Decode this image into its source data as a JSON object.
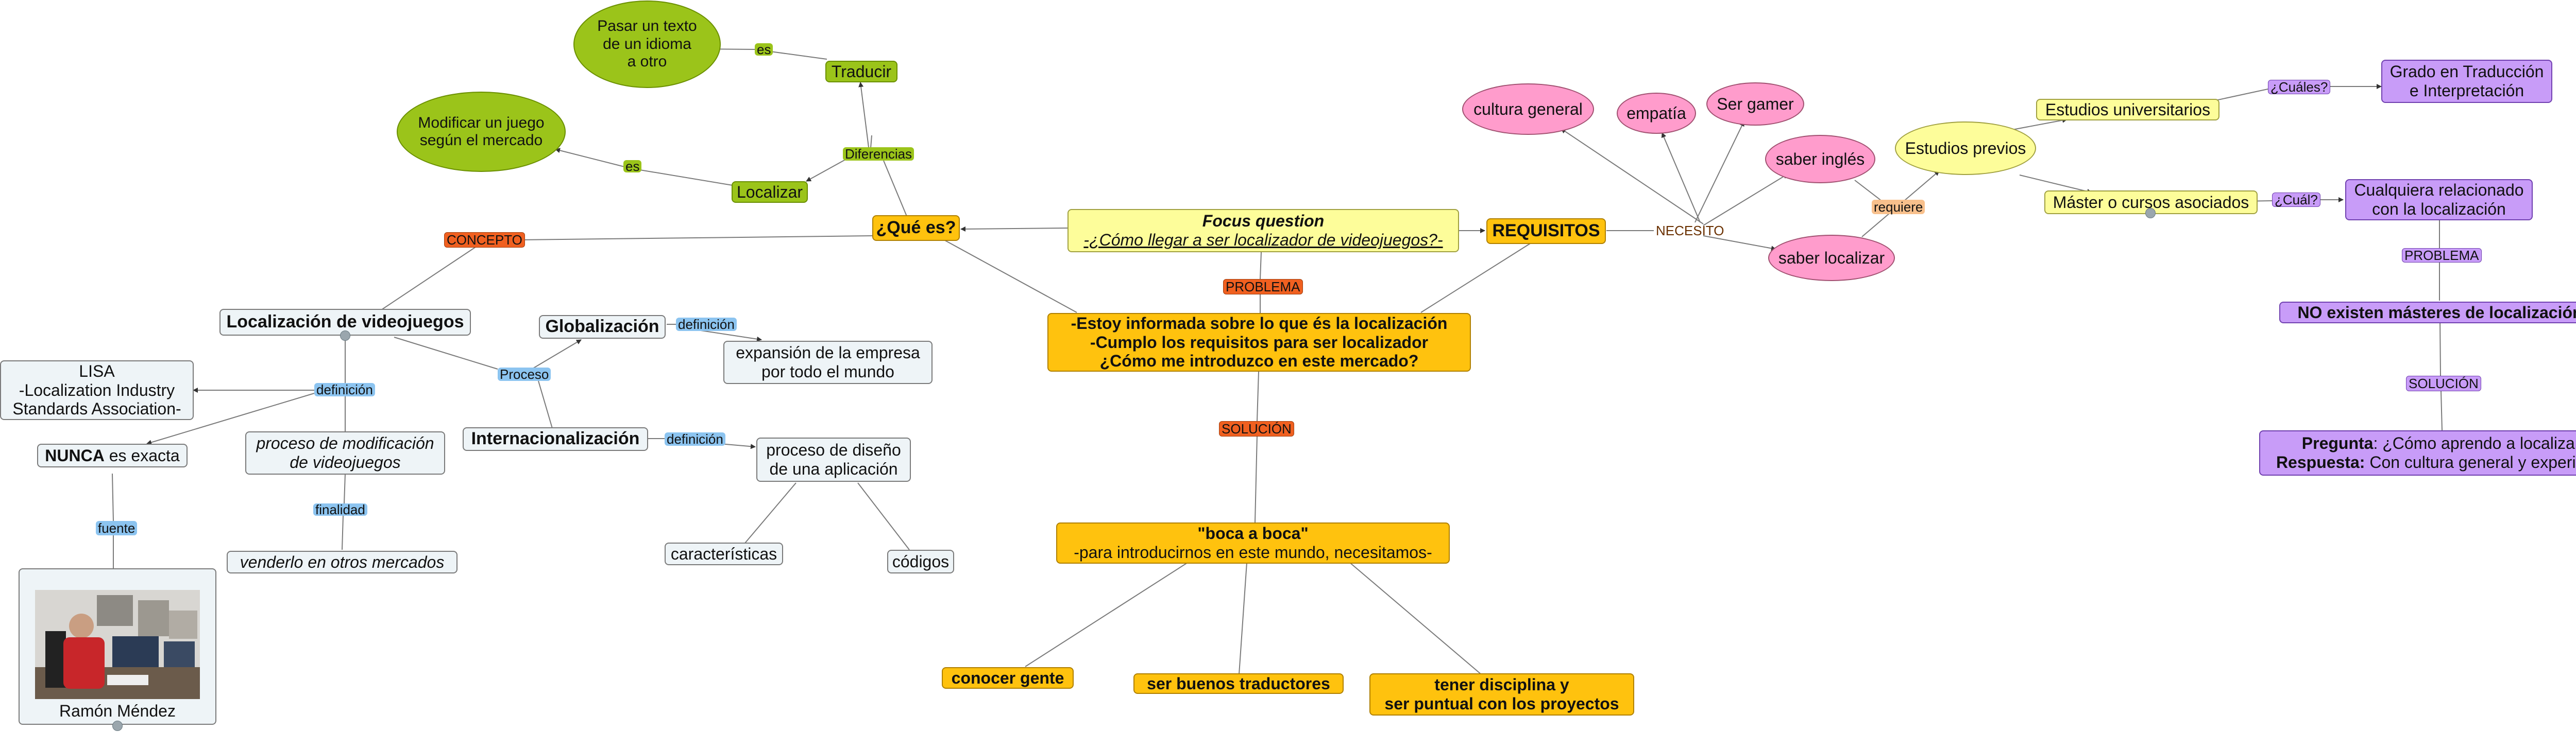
{
  "colors": {
    "green": "#9bc41a",
    "green_dark": "#6a8f00",
    "orange": "#ffc20e",
    "orange_dark": "#b08000",
    "yellow_light": "#fdfd9a",
    "pink": "#ff9ccc",
    "purple": "#c89cf8",
    "grey_box": "#eef4f7",
    "label_red": "#f06020",
    "label_blue": "#8cc4f0",
    "label_peach": "#f8c08c",
    "line": "#7a7a7a"
  },
  "nodes": {
    "pasar": "Pasar un texto\nde un idioma\na otro",
    "modificar": "Modificar un juego\nsegún el mercado",
    "traducir": "Traducir",
    "localizar": "Localizar",
    "que_es": "¿Qué es?",
    "focus_title": "Focus question",
    "focus_question": "-¿Cómo llegar a ser localizador de videojuegos?-",
    "requisitos": "REQUISITOS",
    "cultura": "cultura general",
    "empatia": "empatía",
    "gamer": "Ser gamer",
    "ingles": "saber inglés",
    "saber_localizar": "saber localizar",
    "estudios_previos": "Estudios previos",
    "estudios_univ": "Estudios universitarios",
    "master": "Máster o cursos asociados",
    "grado": "Grado en Traducción\ne Interpretación",
    "cualquiera": "Cualquiera relacionado\ncon la localización",
    "no_existen": "NO existen másteres de localización",
    "pregunta_label": "Pregunta",
    "pregunta_text": ": ¿Cómo aprendo a localizar?",
    "respuesta_label": "Respuesta:",
    "respuesta_text": " Con cultura general y experiencia",
    "localizacion_vj": "Localización de videojuegos",
    "globalizacion": "Globalización",
    "expansion": "expansión de la empresa\npor todo el mundo",
    "lisa": "LISA\n-Localization Industry\nStandards Association-",
    "nunca_bold": "NUNCA",
    "nunca_rest": " es exacta",
    "proceso_mod": "proceso de modificación\nde videojuegos",
    "internacionalizacion": "Internacionalización",
    "proceso_diseno": "proceso de diseño\nde una aplicación",
    "vender": "venderlo en otros mercados",
    "caracteristicas": "características",
    "codigos": "códigos",
    "ramon": "Ramón Méndez",
    "estoy": "-Estoy informada sobre lo que és la localización\n-Cumplo los requisitos para ser localizador\n¿Cómo me introduzco en este mercado?",
    "boca_title": "\"boca a boca\"",
    "boca_sub": "-para introducirnos en este mundo, necesitamos-",
    "conocer": "conocer gente",
    "buenos": "ser buenos traductores",
    "disciplina": "tener disciplina y\nser puntual con los proyectos"
  },
  "labels": {
    "es1": "es",
    "es2": "es",
    "diferencias": "Diferencias",
    "concepto": "CONCEPTO",
    "problema1": "PROBLEMA",
    "necesito": "NECESITO",
    "requiere": "requiere",
    "cuales": "¿Cuáles?",
    "cual": "¿Cuál?",
    "problema2": "PROBLEMA",
    "solucion2": "SOLUCIÓN",
    "definicion1": "definición",
    "definicion2": "definición",
    "definicion3": "definición",
    "proceso": "Proceso",
    "finalidad": "finalidad",
    "fuente": "fuente",
    "solucion1": "SOLUCIÓN"
  }
}
